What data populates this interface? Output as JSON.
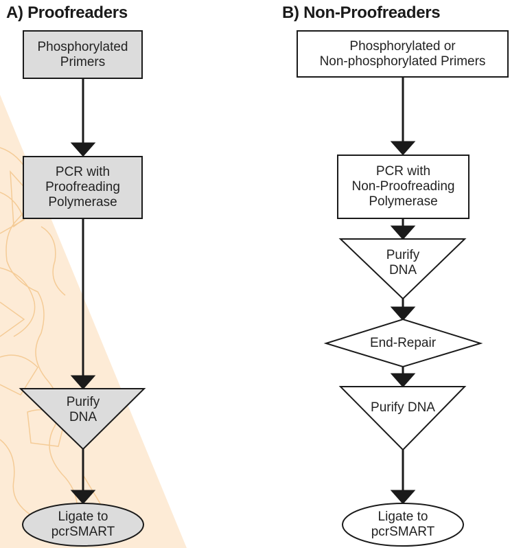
{
  "panels": [
    {
      "title": "A) Proofreaders",
      "nodes": [
        {
          "text": [
            "Phosphorylated",
            "Primers"
          ]
        },
        {
          "text": [
            "PCR with",
            "Proofreading",
            "Polymerase"
          ]
        },
        {
          "text": [
            "Purify",
            "DNA"
          ]
        },
        {
          "text": [
            "Ligate to",
            "pcrSMART"
          ]
        }
      ]
    },
    {
      "title": "B) Non-Proofreaders",
      "nodes": [
        {
          "text": [
            "Phosphorylated or",
            "Non-phosphorylated Primers"
          ]
        },
        {
          "text": [
            "PCR with",
            "Non-Proofreading",
            "Polymerase"
          ]
        },
        {
          "text": [
            "Purify",
            "DNA"
          ]
        },
        {
          "text": [
            "End-Repair"
          ]
        },
        {
          "text": [
            "Purify DNA"
          ]
        },
        {
          "text": [
            "Ligate to",
            "pcrSMART"
          ]
        }
      ]
    }
  ],
  "colors": {
    "gray_fill": "#dcdcdc",
    "outline": "#1a1a1a",
    "background_accent": "#fdebd6",
    "background_line": "#f4c890"
  }
}
